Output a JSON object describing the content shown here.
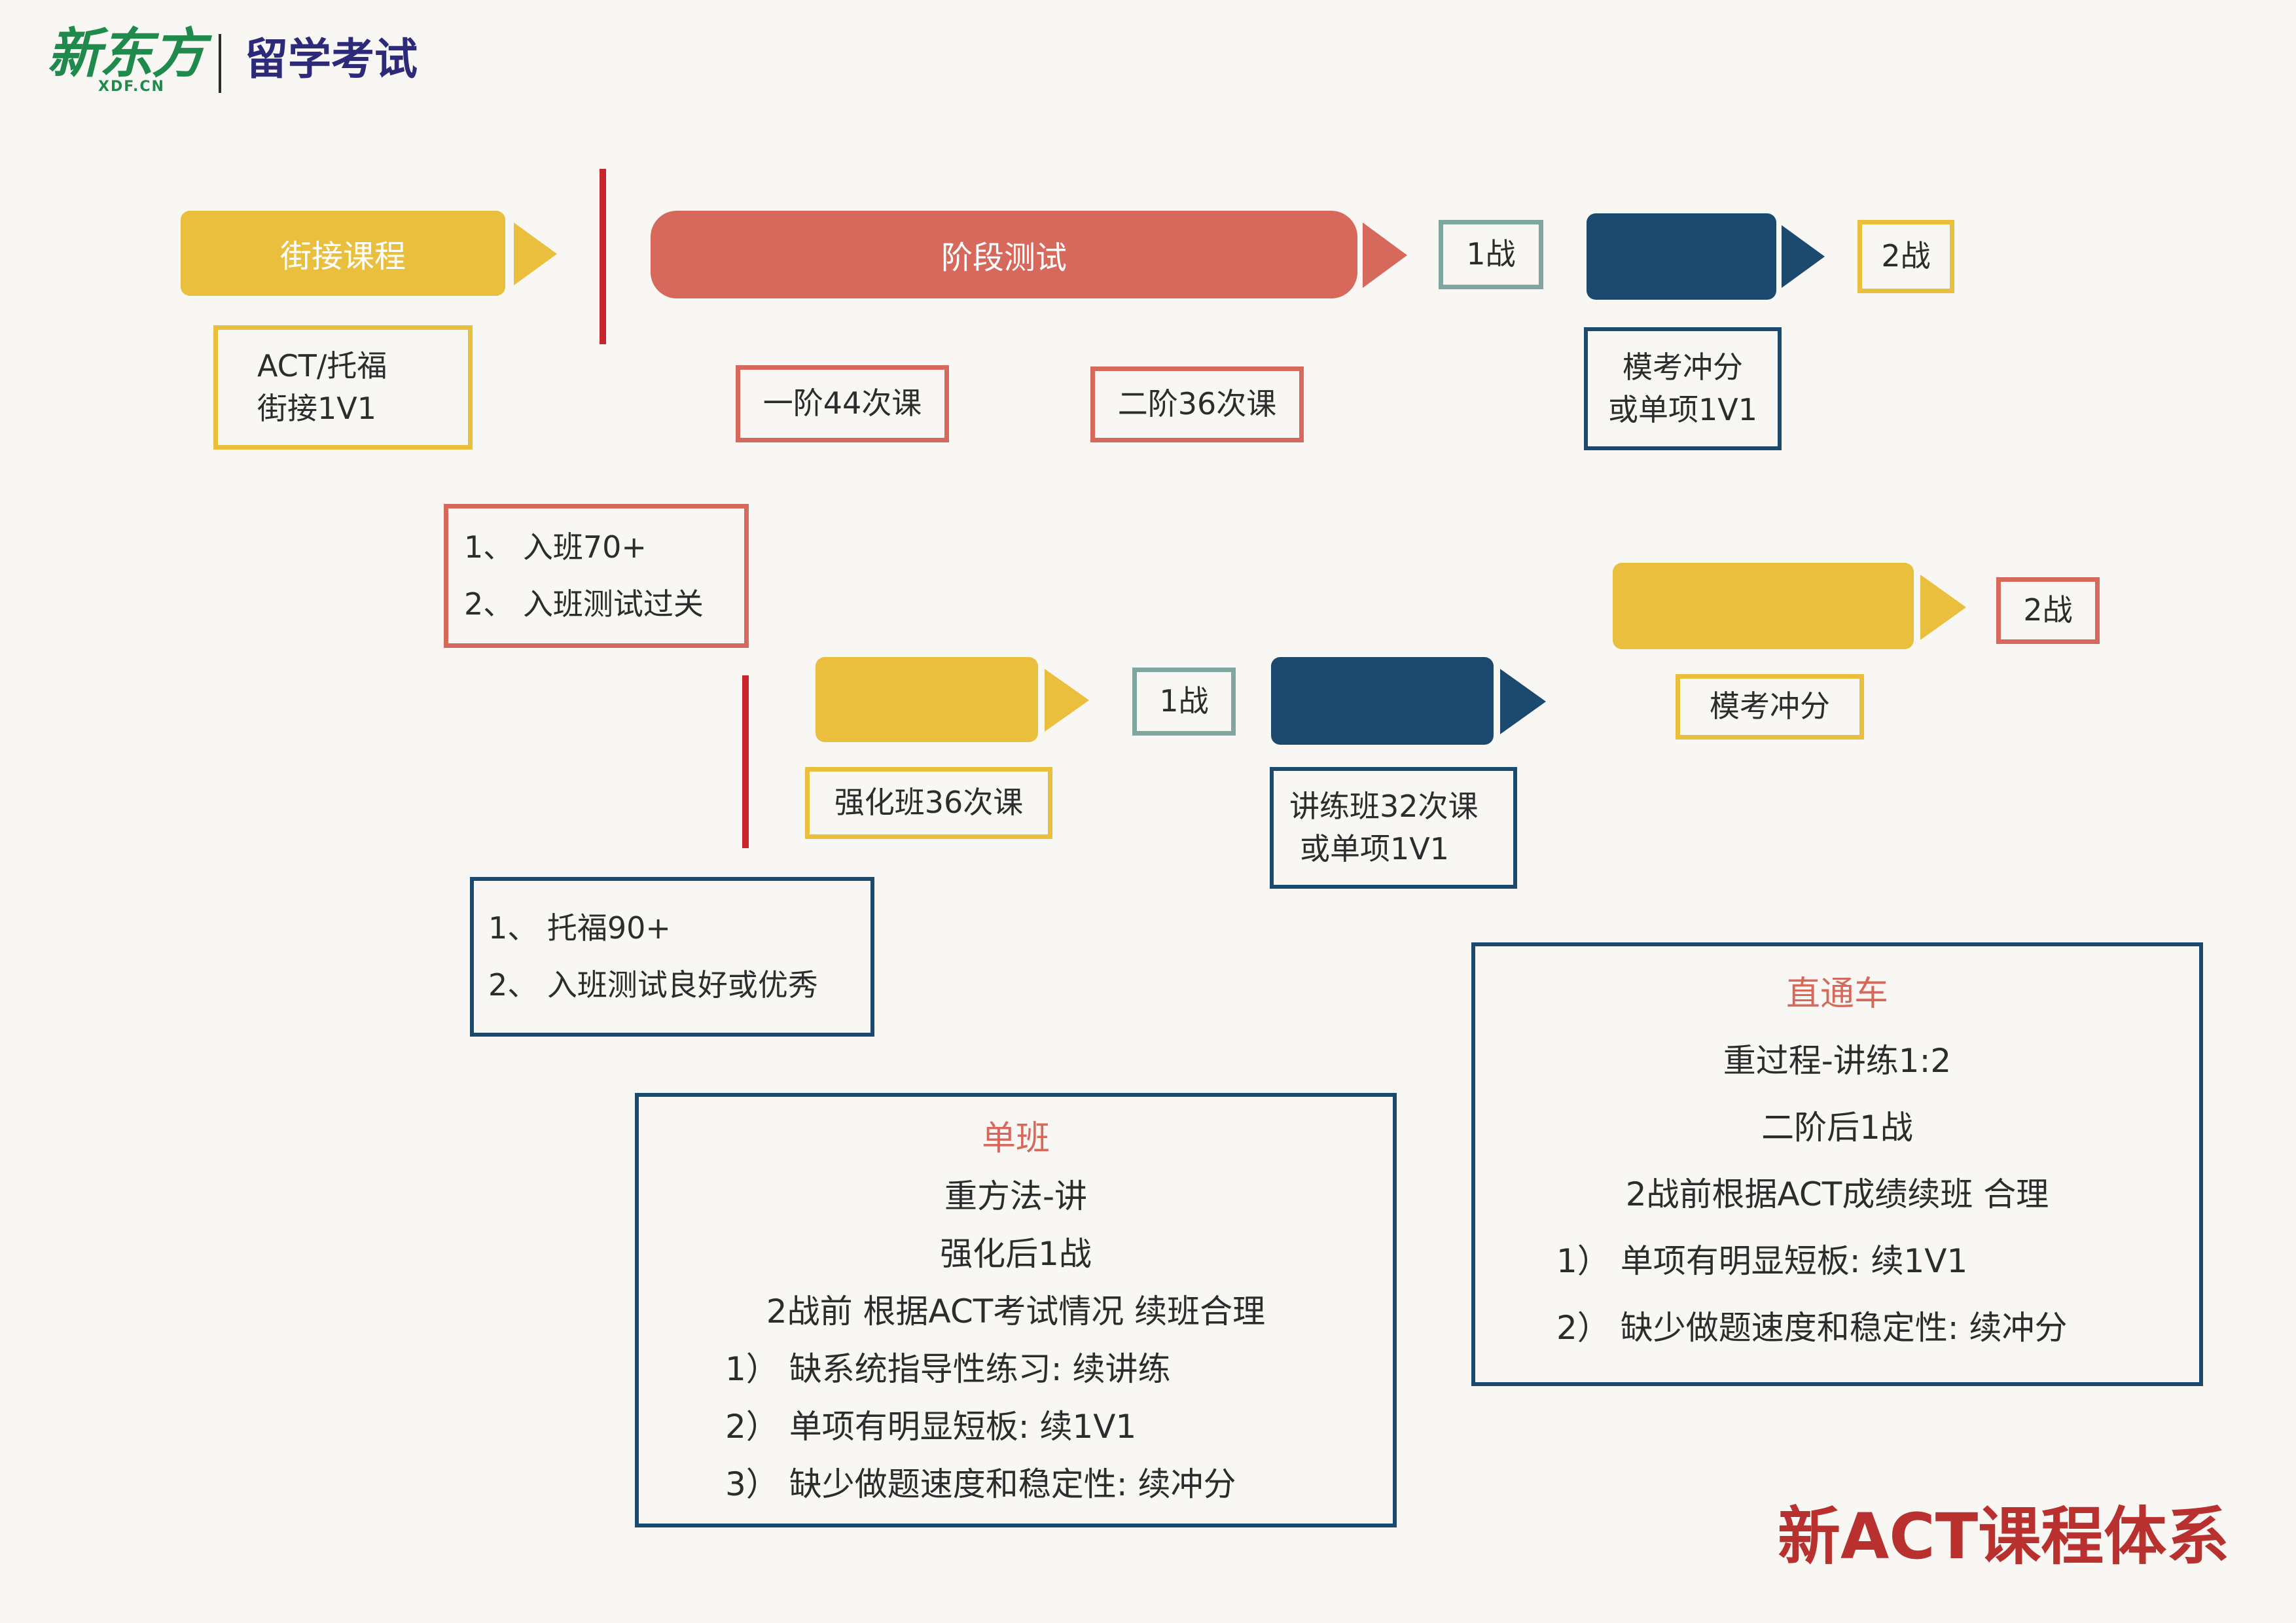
{
  "header": {
    "logo_main": "新东方",
    "logo_sub": "XDF.CN",
    "section": "留学考试"
  },
  "arrows": {
    "bridge_course": "街接课程",
    "stage_test": "阶段测试"
  },
  "labels": {
    "bridge_1v1": [
      "ACT/托福",
      "街接1V1"
    ],
    "stage1_lessons": "一阶44次课",
    "stage2_lessons": "二阶36次课",
    "exam1_top": "1战",
    "mock_top": [
      "模考冲分",
      "或单项1V1"
    ],
    "exam2_top": "2战",
    "entry_req_a": [
      "1、 入班70+",
      "2、 入班测试过关"
    ],
    "intensive_lessons": "强化班36次课",
    "exam1_mid": "1战",
    "practice_lessons": [
      "讲练班32次课",
      "或单项1V1"
    ],
    "exam2_mid": "2战",
    "mock_mid": "模考冲分",
    "entry_req_b": [
      "1、 托福90+",
      "2、 入班测试良好或优秀"
    ]
  },
  "panels": {
    "single_class": {
      "title": "单班",
      "lines": [
        "重方法-讲",
        "强化后1战",
        "2战前 根据ACT考试情况 续班合理"
      ],
      "items": [
        "1） 缺系统指导性练习:   续讲练",
        "2） 单项有明显短板:   续1V1",
        "3） 缺少做题速度和稳定性:   续冲分"
      ]
    },
    "express": {
      "title": "直通车",
      "lines": [
        "重过程-讲练1:2",
        "二阶后1战",
        "2战前根据ACT成绩续班 合理"
      ],
      "items": [
        "1） 单项有明显短板:   续1V1",
        "2） 缺少做题速度和稳定性:   续冲分"
      ]
    }
  },
  "footer": {
    "title": "新ACT课程体系"
  },
  "colors": {
    "yellow": "#e9bf3d",
    "red": "#d6695b",
    "navy": "#1c4a6e",
    "teal": "#7fa79f",
    "accent_line": "#c8262c",
    "footer_title": "#b8312f",
    "logo_green": "#1f8a4c"
  }
}
